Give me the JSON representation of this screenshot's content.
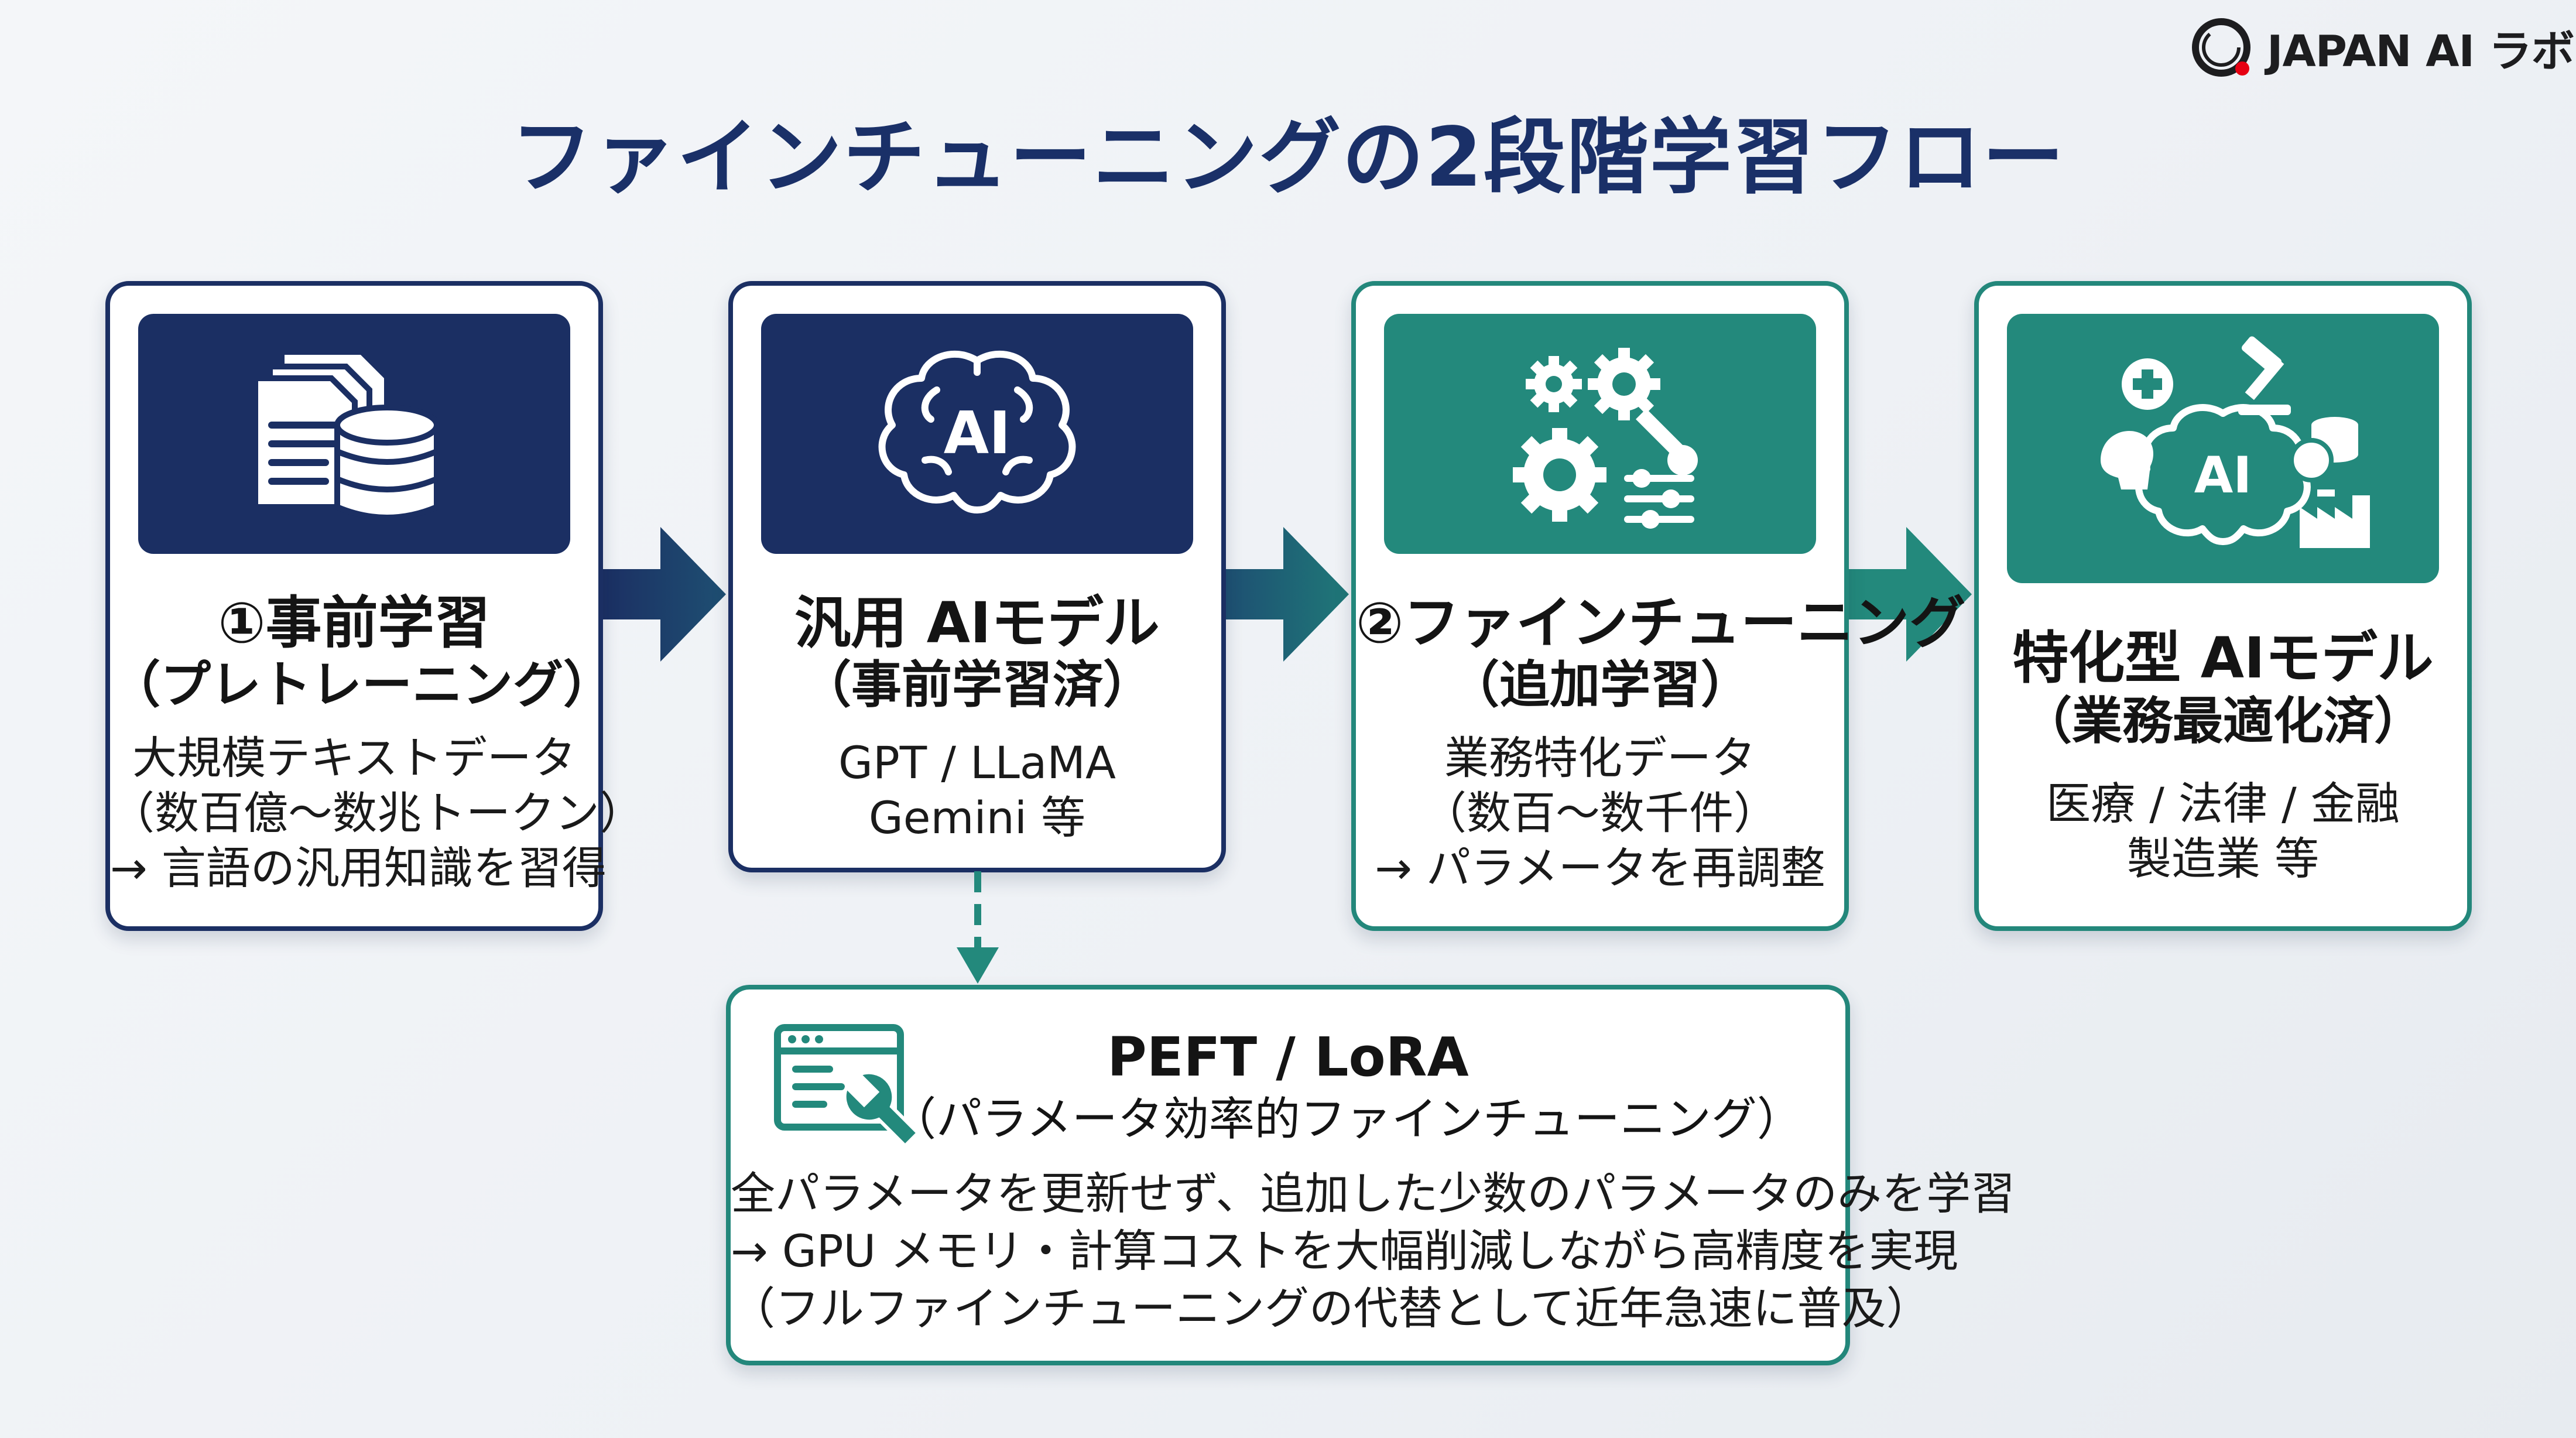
{
  "brand": {
    "name": "JAPAN AI ラボ"
  },
  "title": "ファインチューニングの2段階学習フロー",
  "colors": {
    "navy": "#1b2f63",
    "teal": "#23897c",
    "text": "#141414",
    "logo_dot": "#e60012"
  },
  "steps": [
    {
      "title": "①事前学習",
      "subtitle": "（プレトレーニング）",
      "body": [
        "大規模テキストデータ",
        "（数百億〜数兆トークン）",
        "→ 言語の汎用知識を習得"
      ],
      "icon": "documents-database-icon",
      "theme": "navy"
    },
    {
      "title": "汎用 AIモデル",
      "subtitle": "（事前学習済）",
      "body": [
        "GPT / LLaMA",
        "Gemini 等"
      ],
      "icon": "ai-brain-icon",
      "icon_text": "AI",
      "theme": "navy"
    },
    {
      "title": "②ファインチューニング",
      "subtitle": "（追加学習）",
      "body": [
        "業務特化データ",
        "（数百〜数千件）",
        "→ パラメータを再調整"
      ],
      "icon": "gears-wrench-icon",
      "theme": "teal"
    },
    {
      "title": "特化型 AIモデル",
      "subtitle": "（業務最適化済）",
      "body": [
        "医療 / 法律 / 金融",
        "製造業 等"
      ],
      "icon": "specialized-ai-brain-icon",
      "icon_text": "AI",
      "theme": "teal"
    }
  ],
  "peft": {
    "title": "PEFT / LoRA",
    "subtitle": "（パラメータ効率的ファインチューニング）",
    "body": [
      "全パラメータを更新せず、追加した少数のパラメータのみを学習",
      "→ GPU メモリ・計算コストを大幅削減しながら高精度を実現",
      "（フルファインチューニングの代替として近年急速に普及）"
    ],
    "icon": "window-wrench-icon"
  }
}
